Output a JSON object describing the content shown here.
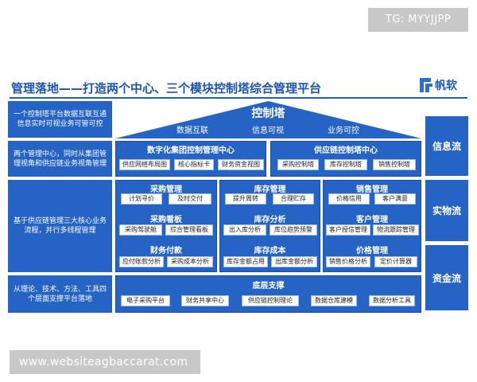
{
  "watermarks": {
    "top": "TG: MYYJJPP",
    "bottom": "www.websiteagbaccarat.com"
  },
  "title": "管理落地——打造两个中心、三个模块控制塔综合管理平台",
  "logo": {
    "text": "帆软"
  },
  "left_descriptions": [
    "一个控制塔平台数据互联互通信息实时可视业务可管可控",
    "两个管理中心，同时从集团管理视角和供应链业务视角管理",
    "基于供应链管理三大核心业务流程，并行多线程管理",
    "从理论、技术、方法、工具四个层面支撑平台落地"
  ],
  "right_flows": [
    "信息流",
    "实物流",
    "资金流"
  ],
  "tower": {
    "title": "控制塔",
    "subtitles": [
      "数据互联",
      "信息可视",
      "业务可控"
    ]
  },
  "centers": [
    {
      "title": "数字化集团控制管理中心",
      "items": [
        "供应网络布局图",
        "核心指标卡",
        "财务资金视图"
      ]
    },
    {
      "title": "供应链控制塔中心",
      "items": [
        "采购控制塔",
        "库存控制塔",
        "销售控制塔"
      ]
    }
  ],
  "modules": [
    {
      "sections": [
        {
          "title": "采购管理",
          "items": [
            "计划寻价",
            "及时交付"
          ]
        },
        {
          "title": "采购看板",
          "items": [
            "采购驾驶舱",
            "综合管理看板"
          ]
        },
        {
          "title": "财务付款",
          "items": [
            "应付账款分析",
            "采购成本分析"
          ]
        }
      ]
    },
    {
      "sections": [
        {
          "title": "库存管理",
          "items": [
            "提升周转",
            "合理贮存"
          ]
        },
        {
          "title": "库存分析",
          "items": [
            "出入库分析",
            "库位趋势预警"
          ]
        },
        {
          "title": "库存成本",
          "items": [
            "库存金额占用",
            "出库金额分析"
          ]
        }
      ]
    },
    {
      "sections": [
        {
          "title": "销售管理",
          "items": [
            "价格信用",
            "客户满意"
          ]
        },
        {
          "title": "客户管理",
          "items": [
            "客户授信管理",
            "物流跟踪管理"
          ]
        },
        {
          "title": "价格管理",
          "items": [
            "销售价格分析",
            "定价计算器"
          ]
        }
      ]
    }
  ],
  "base": {
    "title": "底层支撑",
    "items": [
      "电子采购平台",
      "财务共享中心",
      "供应链控制理论",
      "数据仓库建模",
      "数据分析工具"
    ]
  }
}
